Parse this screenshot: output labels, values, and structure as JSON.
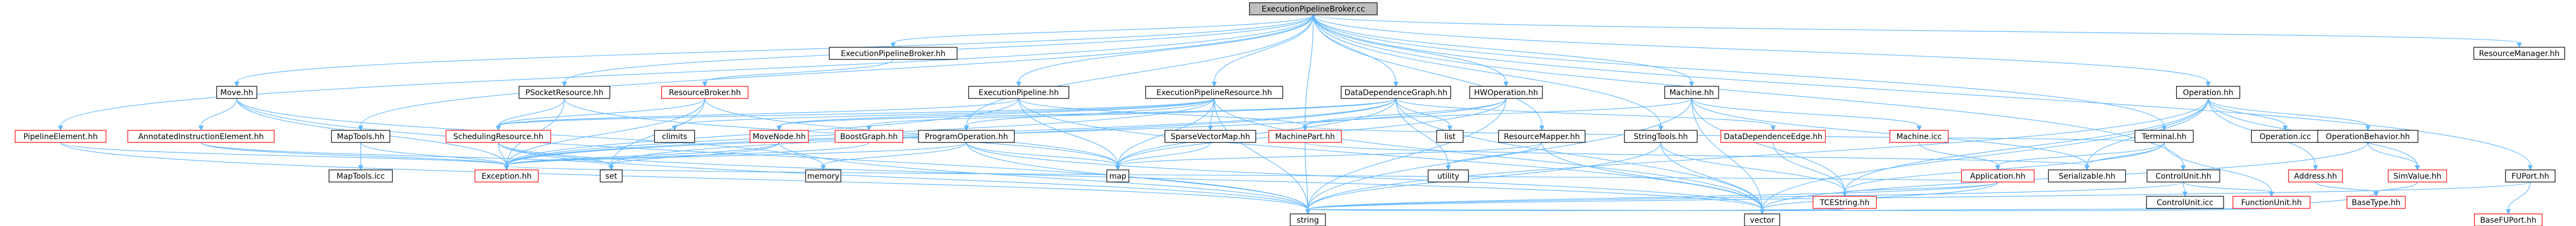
{
  "root": "ExecutionPipelineBroker.cc",
  "colors": {
    "root_fill": "#bfbfbf",
    "node_fill": "#ffffff",
    "node_border": "#000000",
    "incomplete_border": "#ff0000",
    "edge": "#63b8ff",
    "text": "#000000",
    "incomplete_text": "#ff0000"
  },
  "nodes": [
    {
      "id": "ExecutionPipelineBroker.cc",
      "label": "ExecutionPipelineBroker.cc",
      "style": "root"
    },
    {
      "id": "ExecutionPipelineBroker.hh",
      "label": "ExecutionPipelineBroker.hh",
      "style": "normal"
    },
    {
      "id": "ResourceBroker.hh",
      "label": "ResourceBroker.hh",
      "style": "incomplete"
    },
    {
      "id": "Move.hh",
      "label": "Move.hh",
      "style": "normal"
    },
    {
      "id": "MapTools.hh",
      "label": "MapTools.hh",
      "style": "normal"
    },
    {
      "id": "PSocketResource.hh",
      "label": "PSocketResource.hh",
      "style": "normal"
    },
    {
      "id": "ExecutionPipeline.hh",
      "label": "ExecutionPipeline.hh",
      "style": "normal"
    },
    {
      "id": "ExecutionPipelineResource.hh",
      "label": "ExecutionPipelineResource.hh",
      "style": "normal"
    },
    {
      "id": "DataDependenceGraph.hh",
      "label": "DataDependenceGraph.hh",
      "style": "normal"
    },
    {
      "id": "HWOperation.hh",
      "label": "HWOperation.hh",
      "style": "normal"
    },
    {
      "id": "Machine.hh",
      "label": "Machine.hh",
      "style": "normal"
    },
    {
      "id": "Operation.hh",
      "label": "Operation.hh",
      "style": "normal"
    },
    {
      "id": "ResourceManager.hh",
      "label": "ResourceManager.hh",
      "style": "normal"
    },
    {
      "id": "PipelineElement.hh",
      "label": "PipelineElement.hh",
      "style": "incomplete"
    },
    {
      "id": "AnnotatedInstructionElement.hh",
      "label": "AnnotatedInstructionElement.hh",
      "style": "incomplete"
    },
    {
      "id": "MapTools.icc",
      "label": "MapTools.icc",
      "style": "normal"
    },
    {
      "id": "SchedulingResource.hh",
      "label": "SchedulingResource.hh",
      "style": "incomplete"
    },
    {
      "id": "climits",
      "label": "climits",
      "style": "normal"
    },
    {
      "id": "MoveNode.hh",
      "label": "MoveNode.hh",
      "style": "incomplete"
    },
    {
      "id": "BoostGraph.hh",
      "label": "BoostGraph.hh",
      "style": "incomplete"
    },
    {
      "id": "ProgramOperation.hh",
      "label": "ProgramOperation.hh",
      "style": "normal"
    },
    {
      "id": "SparseVectorMap.hh",
      "label": "SparseVectorMap.hh",
      "style": "normal"
    },
    {
      "id": "MachinePart.hh",
      "label": "MachinePart.hh",
      "style": "incomplete"
    },
    {
      "id": "ResourceMapper.hh",
      "label": "ResourceMapper.hh",
      "style": "normal"
    },
    {
      "id": "list",
      "label": "list",
      "style": "normal"
    },
    {
      "id": "StringTools.hh",
      "label": "StringTools.hh",
      "style": "normal"
    },
    {
      "id": "DataDependenceEdge.hh",
      "label": "DataDependenceEdge.hh",
      "style": "incomplete"
    },
    {
      "id": "Machine.icc",
      "label": "Machine.icc",
      "style": "incomplete"
    },
    {
      "id": "Terminal.hh",
      "label": "Terminal.hh",
      "style": "normal"
    },
    {
      "id": "Application.hh",
      "label": "Application.hh",
      "style": "incomplete"
    },
    {
      "id": "ControlUnit.hh",
      "label": "ControlUnit.hh",
      "style": "normal"
    },
    {
      "id": "Operation.icc",
      "label": "Operation.icc",
      "style": "normal"
    },
    {
      "id": "OperationBehavior.hh",
      "label": "OperationBehavior.hh",
      "style": "normal"
    },
    {
      "id": "Address.hh",
      "label": "Address.hh",
      "style": "incomplete"
    },
    {
      "id": "SimValue.hh",
      "label": "SimValue.hh",
      "style": "incomplete"
    },
    {
      "id": "Exception.hh",
      "label": "Exception.hh",
      "style": "incomplete"
    },
    {
      "id": "set",
      "label": "set",
      "style": "normal"
    },
    {
      "id": "memory",
      "label": "memory",
      "style": "normal"
    },
    {
      "id": "map",
      "label": "map",
      "style": "normal"
    },
    {
      "id": "utility",
      "label": "utility",
      "style": "normal"
    },
    {
      "id": "TCEString.hh",
      "label": "TCEString.hh",
      "style": "incomplete"
    },
    {
      "id": "Serializable.hh",
      "label": "Serializable.hh",
      "style": "normal"
    },
    {
      "id": "ControlUnit.icc",
      "label": "ControlUnit.icc",
      "style": "normal"
    },
    {
      "id": "FunctionUnit.hh",
      "label": "FunctionUnit.hh",
      "style": "incomplete"
    },
    {
      "id": "BaseType.hh",
      "label": "BaseType.hh",
      "style": "incomplete"
    },
    {
      "id": "FUPort.hh",
      "label": "FUPort.hh",
      "style": "normal"
    },
    {
      "id": "string",
      "label": "string",
      "style": "normal"
    },
    {
      "id": "vector",
      "label": "vector",
      "style": "normal"
    },
    {
      "id": "BaseFUPort.hh",
      "label": "BaseFUPort.hh",
      "style": "incomplete"
    }
  ],
  "edges": [
    [
      "ExecutionPipelineBroker.cc",
      "ExecutionPipelineBroker.hh"
    ],
    [
      "ExecutionPipelineBroker.cc",
      "Move.hh"
    ],
    [
      "ExecutionPipelineBroker.cc",
      "MapTools.hh"
    ],
    [
      "ExecutionPipelineBroker.cc",
      "PSocketResource.hh"
    ],
    [
      "ExecutionPipelineBroker.cc",
      "ExecutionPipeline.hh"
    ],
    [
      "ExecutionPipelineBroker.cc",
      "ExecutionPipelineResource.hh"
    ],
    [
      "ExecutionPipelineBroker.cc",
      "DataDependenceGraph.hh"
    ],
    [
      "ExecutionPipelineBroker.cc",
      "HWOperation.hh"
    ],
    [
      "ExecutionPipelineBroker.cc",
      "Machine.hh"
    ],
    [
      "ExecutionPipelineBroker.cc",
      "Operation.hh"
    ],
    [
      "ExecutionPipelineBroker.cc",
      "ResourceManager.hh"
    ],
    [
      "ExecutionPipelineBroker.cc",
      "PipelineElement.hh"
    ],
    [
      "ExecutionPipelineBroker.cc",
      "Terminal.hh"
    ],
    [
      "ExecutionPipelineBroker.cc",
      "ControlUnit.hh"
    ],
    [
      "ExecutionPipelineBroker.cc",
      "FUPort.hh"
    ],
    [
      "ExecutionPipelineBroker.cc",
      "ResourceMapper.hh"
    ],
    [
      "ExecutionPipelineBroker.cc",
      "StringTools.hh"
    ],
    [
      "ExecutionPipelineBroker.cc",
      "MachinePart.hh"
    ],
    [
      "ExecutionPipelineBroker.cc",
      "ProgramOperation.hh"
    ],
    [
      "ExecutionPipelineBroker.hh",
      "ResourceBroker.hh"
    ],
    [
      "ResourceBroker.hh",
      "SchedulingResource.hh"
    ],
    [
      "ResourceBroker.hh",
      "Exception.hh"
    ],
    [
      "ResourceBroker.hh",
      "set"
    ],
    [
      "ResourceBroker.hh",
      "map"
    ],
    [
      "Move.hh",
      "AnnotatedInstructionElement.hh"
    ],
    [
      "Move.hh",
      "Exception.hh"
    ],
    [
      "Move.hh",
      "memory"
    ],
    [
      "Move.hh",
      "string"
    ],
    [
      "PipelineElement.hh",
      "Exception.hh"
    ],
    [
      "PipelineElement.hh",
      "string"
    ],
    [
      "AnnotatedInstructionElement.hh",
      "Exception.hh"
    ],
    [
      "AnnotatedInstructionElement.hh",
      "set"
    ],
    [
      "MapTools.hh",
      "MapTools.icc"
    ],
    [
      "MapTools.hh",
      "Exception.hh"
    ],
    [
      "PSocketResource.hh",
      "SchedulingResource.hh"
    ],
    [
      "PSocketResource.hh",
      "Exception.hh"
    ],
    [
      "PSocketResource.hh",
      "map"
    ],
    [
      "SchedulingResource.hh",
      "Exception.hh"
    ],
    [
      "SchedulingResource.hh",
      "set"
    ],
    [
      "SchedulingResource.hh",
      "string"
    ],
    [
      "SchedulingResource.hh",
      "vector"
    ],
    [
      "ExecutionPipeline.hh",
      "SchedulingResource.hh"
    ],
    [
      "ExecutionPipeline.hh",
      "MachinePart.hh"
    ],
    [
      "ExecutionPipeline.hh",
      "map"
    ],
    [
      "ExecutionPipeline.hh",
      "Exception.hh"
    ],
    [
      "ExecutionPipeline.hh",
      "vector"
    ],
    [
      "ExecutionPipelineResource.hh",
      "SchedulingResource.hh"
    ],
    [
      "ExecutionPipelineResource.hh",
      "climits"
    ],
    [
      "ExecutionPipelineResource.hh",
      "MoveNode.hh"
    ],
    [
      "ExecutionPipelineResource.hh",
      "ProgramOperation.hh"
    ],
    [
      "ExecutionPipelineResource.hh",
      "SparseVectorMap.hh"
    ],
    [
      "ExecutionPipelineResource.hh",
      "map"
    ],
    [
      "ExecutionPipelineResource.hh",
      "string"
    ],
    [
      "ExecutionPipelineResource.hh",
      "vector"
    ],
    [
      "ExecutionPipelineResource.hh",
      "Exception.hh"
    ],
    [
      "MoveNode.hh",
      "Exception.hh"
    ],
    [
      "MoveNode.hh",
      "set"
    ],
    [
      "MoveNode.hh",
      "string"
    ],
    [
      "ProgramOperation.hh",
      "Exception.hh"
    ],
    [
      "ProgramOperation.hh",
      "memory"
    ],
    [
      "ProgramOperation.hh",
      "map"
    ],
    [
      "ProgramOperation.hh",
      "vector"
    ],
    [
      "ProgramOperation.hh",
      "string"
    ],
    [
      "SparseVectorMap.hh",
      "map"
    ],
    [
      "DataDependenceGraph.hh",
      "BoostGraph.hh"
    ],
    [
      "DataDependenceGraph.hh",
      "DataDependenceEdge.hh"
    ],
    [
      "DataDependenceGraph.hh",
      "MoveNode.hh"
    ],
    [
      "DataDependenceGraph.hh",
      "list"
    ],
    [
      "DataDependenceGraph.hh",
      "map"
    ],
    [
      "DataDependenceGraph.hh",
      "set"
    ],
    [
      "DataDependenceGraph.hh",
      "utility"
    ],
    [
      "DataDependenceGraph.hh",
      "Exception.hh"
    ],
    [
      "DataDependenceGraph.hh",
      "vector"
    ],
    [
      "BoostGraph.hh",
      "Exception.hh"
    ],
    [
      "DataDependenceEdge.hh",
      "TCEString.hh"
    ],
    [
      "HWOperation.hh",
      "MachinePart.hh"
    ],
    [
      "HWOperation.hh",
      "map"
    ],
    [
      "HWOperation.hh",
      "string"
    ],
    [
      "HWOperation.hh",
      "Exception.hh"
    ],
    [
      "MachinePart.hh",
      "Serializable.hh"
    ],
    [
      "MachinePart.hh",
      "string"
    ],
    [
      "Machine.hh",
      "Machine.icc"
    ],
    [
      "Machine.hh",
      "MachinePart.hh"
    ],
    [
      "Machine.hh",
      "Serializable.hh"
    ],
    [
      "Machine.hh",
      "TCEString.hh"
    ],
    [
      "Machine.hh",
      "string"
    ],
    [
      "Machine.hh",
      "vector"
    ],
    [
      "Machine.icc",
      "Application.hh"
    ],
    [
      "Application.hh",
      "Exception.hh"
    ],
    [
      "Application.hh",
      "TCEString.hh"
    ],
    [
      "Application.hh",
      "vector"
    ],
    [
      "Application.hh",
      "string"
    ],
    [
      "Terminal.hh",
      "Application.hh"
    ],
    [
      "Terminal.hh",
      "MachinePart.hh"
    ],
    [
      "Terminal.hh",
      "Serializable.hh"
    ],
    [
      "Terminal.hh",
      "FunctionUnit.hh"
    ],
    [
      "Terminal.hh",
      "TCEString.hh"
    ],
    [
      "ControlUnit.hh",
      "ControlUnit.icc"
    ],
    [
      "ControlUnit.hh",
      "FunctionUnit.hh"
    ],
    [
      "ControlUnit.hh",
      "string"
    ],
    [
      "FunctionUnit.hh",
      "BaseType.hh"
    ],
    [
      "FunctionUnit.hh",
      "string"
    ],
    [
      "FunctionUnit.hh",
      "vector"
    ],
    [
      "Operation.hh",
      "Operation.icc"
    ],
    [
      "Operation.hh",
      "OperationBehavior.hh"
    ],
    [
      "Operation.hh",
      "Serializable.hh"
    ],
    [
      "Operation.hh",
      "Address.hh"
    ],
    [
      "Operation.hh",
      "SimValue.hh"
    ],
    [
      "Operation.hh",
      "TCEString.hh"
    ],
    [
      "Operation.hh",
      "string"
    ],
    [
      "Operation.hh",
      "vector"
    ],
    [
      "OperationBehavior.hh",
      "SimValue.hh"
    ],
    [
      "OperationBehavior.hh",
      "vector"
    ],
    [
      "Address.hh",
      "BaseType.hh"
    ],
    [
      "SimValue.hh",
      "BaseType.hh"
    ],
    [
      "ResourceMapper.hh",
      "map"
    ],
    [
      "ResourceMapper.hh",
      "vector"
    ],
    [
      "ResourceMapper.hh",
      "utility"
    ],
    [
      "StringTools.hh",
      "TCEString.hh"
    ],
    [
      "StringTools.hh",
      "string"
    ],
    [
      "StringTools.hh",
      "vector"
    ],
    [
      "TCEString.hh",
      "string"
    ],
    [
      "TCEString.hh",
      "vector"
    ],
    [
      "FUPort.hh",
      "BaseFUPort.hh"
    ],
    [
      "FUPort.hh",
      "string"
    ]
  ]
}
